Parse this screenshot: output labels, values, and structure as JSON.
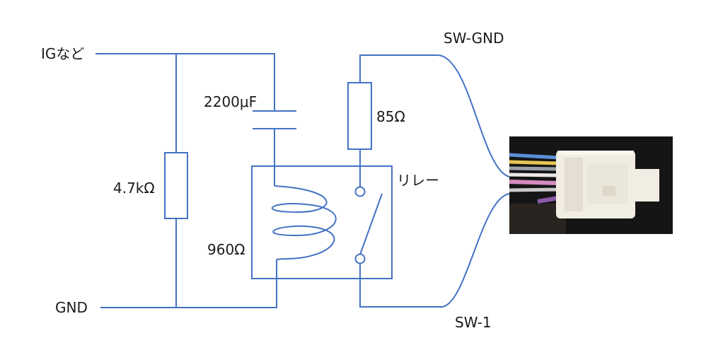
{
  "labels": {
    "ig": "IGなど",
    "gnd": "GND",
    "resistor": "4.7kΩ",
    "capacitor": "2200μF",
    "relay_resistor": "85Ω",
    "relay": "リレー",
    "coil": "960Ω",
    "sw_gnd": "SW-GND",
    "sw1": "SW-1"
  },
  "colors": {
    "wire": "#4472c4",
    "text": "#1a1a1a",
    "connector_body": "#f1ede2",
    "photo_bg": "#151515"
  },
  "photo": {
    "subject": "white wiring connector with colored wires",
    "wire_colors": [
      "#5a8fd8",
      "#e6c452",
      "#9aa0a6",
      "#e9e9e9",
      "#d48bbf",
      "#8a5aa8"
    ]
  }
}
